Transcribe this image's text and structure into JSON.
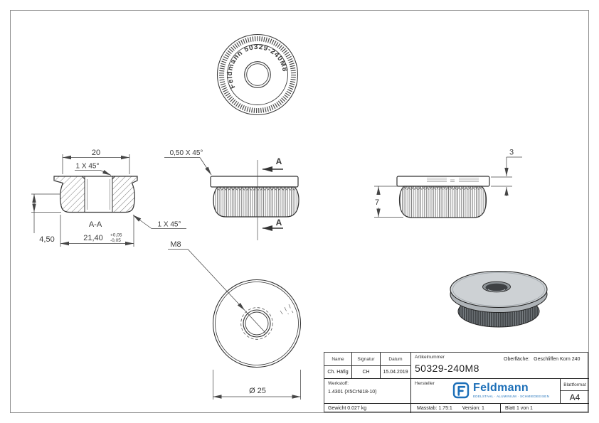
{
  "drawing": {
    "top_view": {
      "arc_text": "Feldmann 50329-240M8"
    },
    "section_view": {
      "dim_width": "20",
      "chamfer_top": "1 X 45°",
      "section_name": "A-A",
      "dim_height": "4,50",
      "dim_base_dia": "21,40",
      "tol_plus": "+0,05",
      "tol_minus": "-0,05",
      "chamfer_bottom": "1 X 45°"
    },
    "front_view": {
      "chamfer_cap": "0,50 X 45°",
      "cut_letter": "A"
    },
    "side_view": {
      "dim_knurl_height": "7",
      "dim_cap_height": "3"
    },
    "bottom_view": {
      "thread_label": "M8",
      "dim_diameter": "Ø 25"
    }
  },
  "title_block": {
    "name_label": "Name",
    "signatur_label": "Signatur",
    "datum_label": "Datum",
    "name": "Ch. Häfig",
    "signatur": "CH",
    "datum": "15.04.2019",
    "artikelnummer_label": "Artikelnummer",
    "artikelnummer": "50329-240M8",
    "oberflaeche_label": "Oberfläche:",
    "oberflaeche": "Geschliffen Korn 240",
    "werkstoff_label": "Werkstoff:",
    "werkstoff": "1.4301 (X5CrNi18-10)",
    "hersteller_label": "Hersteller",
    "logo": {
      "name": "Feldmann",
      "tagline": "EDELSTAHL · ALUMINIUM · SCHMIEDEEISEN",
      "color": "#1c6fb8"
    },
    "blattformat_label": "Blattformat",
    "blattformat": "A4",
    "gewicht": "Gewicht 0.027 kg",
    "masstab": "Masstab: 1.75:1",
    "version": "Version: 1",
    "blatt": "Blatt 1 von 1"
  }
}
